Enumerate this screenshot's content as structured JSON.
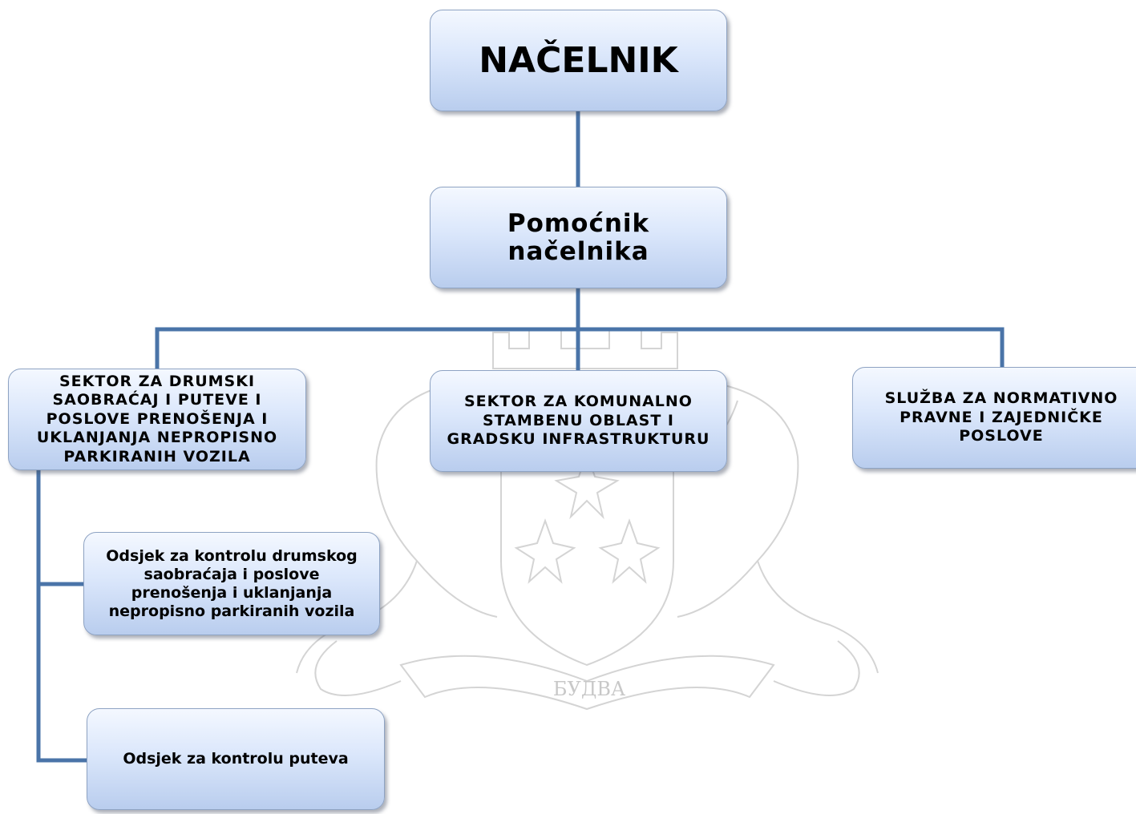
{
  "org_chart": {
    "head": {
      "label": "NAČELNIK"
    },
    "deputy": {
      "label": "Pomoćnik\nnačelnika"
    },
    "sectors": [
      {
        "label": "SEKTOR ZA DRUMSKI\nSAOBRAĆAJ I PUTEVE I\nPOSLOVE PRENOŠENJA I\nUKLANJANJA NEPROPISNO\nPARKIRANIH VOZILA"
      },
      {
        "label": "SEKTOR ZA KOMUNALNO\nSTAMBENU OBLAST I\nGRADSKU INFRASTRUKTURU"
      },
      {
        "label": "SLUŽBA ZA NORMATIVNO\nPRAVNE I ZAJEDNIČKE\nPOSLOVE"
      }
    ],
    "sub_units": [
      {
        "label": "Odsjek za kontrolu drumskog\nsaobraćaja i poslove\nprenošenja i uklanjanja\nnepropisno parkiranih vozila"
      },
      {
        "label": "Odsjek za kontrolu puteva"
      }
    ]
  },
  "watermark": {
    "text": "БУДВА",
    "color": "#cfcfcf"
  },
  "colors": {
    "connector": "#4a74a8",
    "box_border": "#8ea3c3"
  }
}
